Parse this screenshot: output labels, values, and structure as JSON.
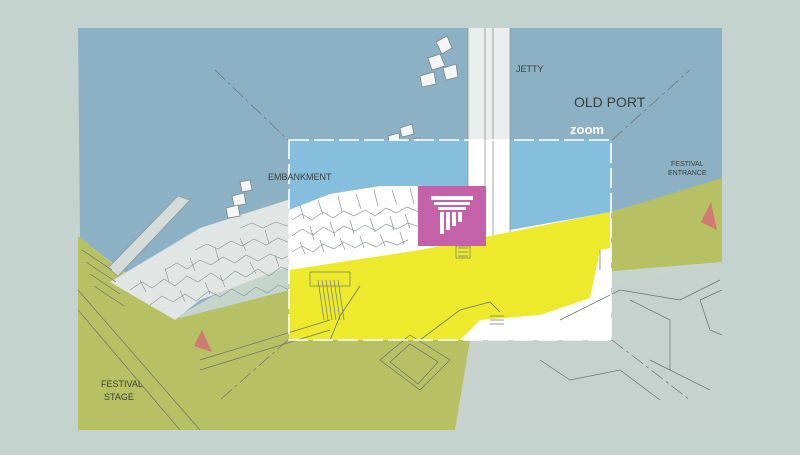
{
  "labels": {
    "old_port": "OLD PORT",
    "jetty": "JETTY",
    "zoom": "zoom",
    "embankment": "EMBANKMENT",
    "festival_entrance_line1": "FESTIVAL",
    "festival_entrance_line2": "ENTRANCE",
    "festival_stage_line1": "FESTIVAL",
    "festival_stage_line2": "STAGE"
  },
  "icons": {
    "monument": "column-capital-icon",
    "entrance_marker": "triangle-marker-icon",
    "stage_marker": "triangle-marker-icon"
  },
  "colors": {
    "background": "#c4d3cd",
    "water": "#8cb0c4",
    "water_zoom": "#86bedd",
    "green_area": "#b8c064",
    "yellow_area": "#ede92c",
    "jetty": "#e9eeec",
    "monument": "#c561a9",
    "marker": "#cf7a72",
    "zoom_frame": "#ffffff"
  }
}
